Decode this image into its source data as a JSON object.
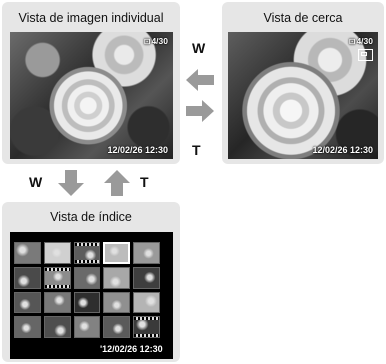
{
  "panels": {
    "single": {
      "title": "Vista de imagen individual",
      "counter": "4/30",
      "protect_icon": "protect-icon",
      "datetime": "12/02/26  12:30"
    },
    "close": {
      "title": "Vista de cerca",
      "counter": "4/30",
      "protect_icon": "protect-icon",
      "datetime": "12/02/26  12:30"
    },
    "index": {
      "title": "Vista de índice",
      "datetime": "'12/02/26  12:30",
      "thumbnails": [
        {
          "tone": "#7a7a7a",
          "film": false
        },
        {
          "tone": "#d0d0d0",
          "film": false
        },
        {
          "tone": "#5c5c5c",
          "film": true
        },
        {
          "tone": "#bcbcbc",
          "film": false,
          "selected": true
        },
        {
          "tone": "#9a9a9a",
          "film": false
        },
        {
          "tone": "#4a4a4a",
          "film": false
        },
        {
          "tone": "#8c8c8c",
          "film": true
        },
        {
          "tone": "#6a6a6a",
          "film": false
        },
        {
          "tone": "#a8a8a8",
          "film": false
        },
        {
          "tone": "#3e3e3e",
          "film": false
        },
        {
          "tone": "#565656",
          "film": false
        },
        {
          "tone": "#787878",
          "film": false
        },
        {
          "tone": "#2e2e2e",
          "film": false
        },
        {
          "tone": "#909090",
          "film": false
        },
        {
          "tone": "#b4b4b4",
          "film": false
        },
        {
          "tone": "#666666",
          "film": false
        },
        {
          "tone": "#4e4e4e",
          "film": false
        },
        {
          "tone": "#828282",
          "film": false
        },
        {
          "tone": "#5a5a5a",
          "film": false
        },
        {
          "tone": "#3a3a3a",
          "film": true
        }
      ]
    }
  },
  "zoom": {
    "w_label_right": "W",
    "t_label_right": "T",
    "w_label_down": "W",
    "t_label_up": "T",
    "arrow_color": "#9a9a9a"
  }
}
